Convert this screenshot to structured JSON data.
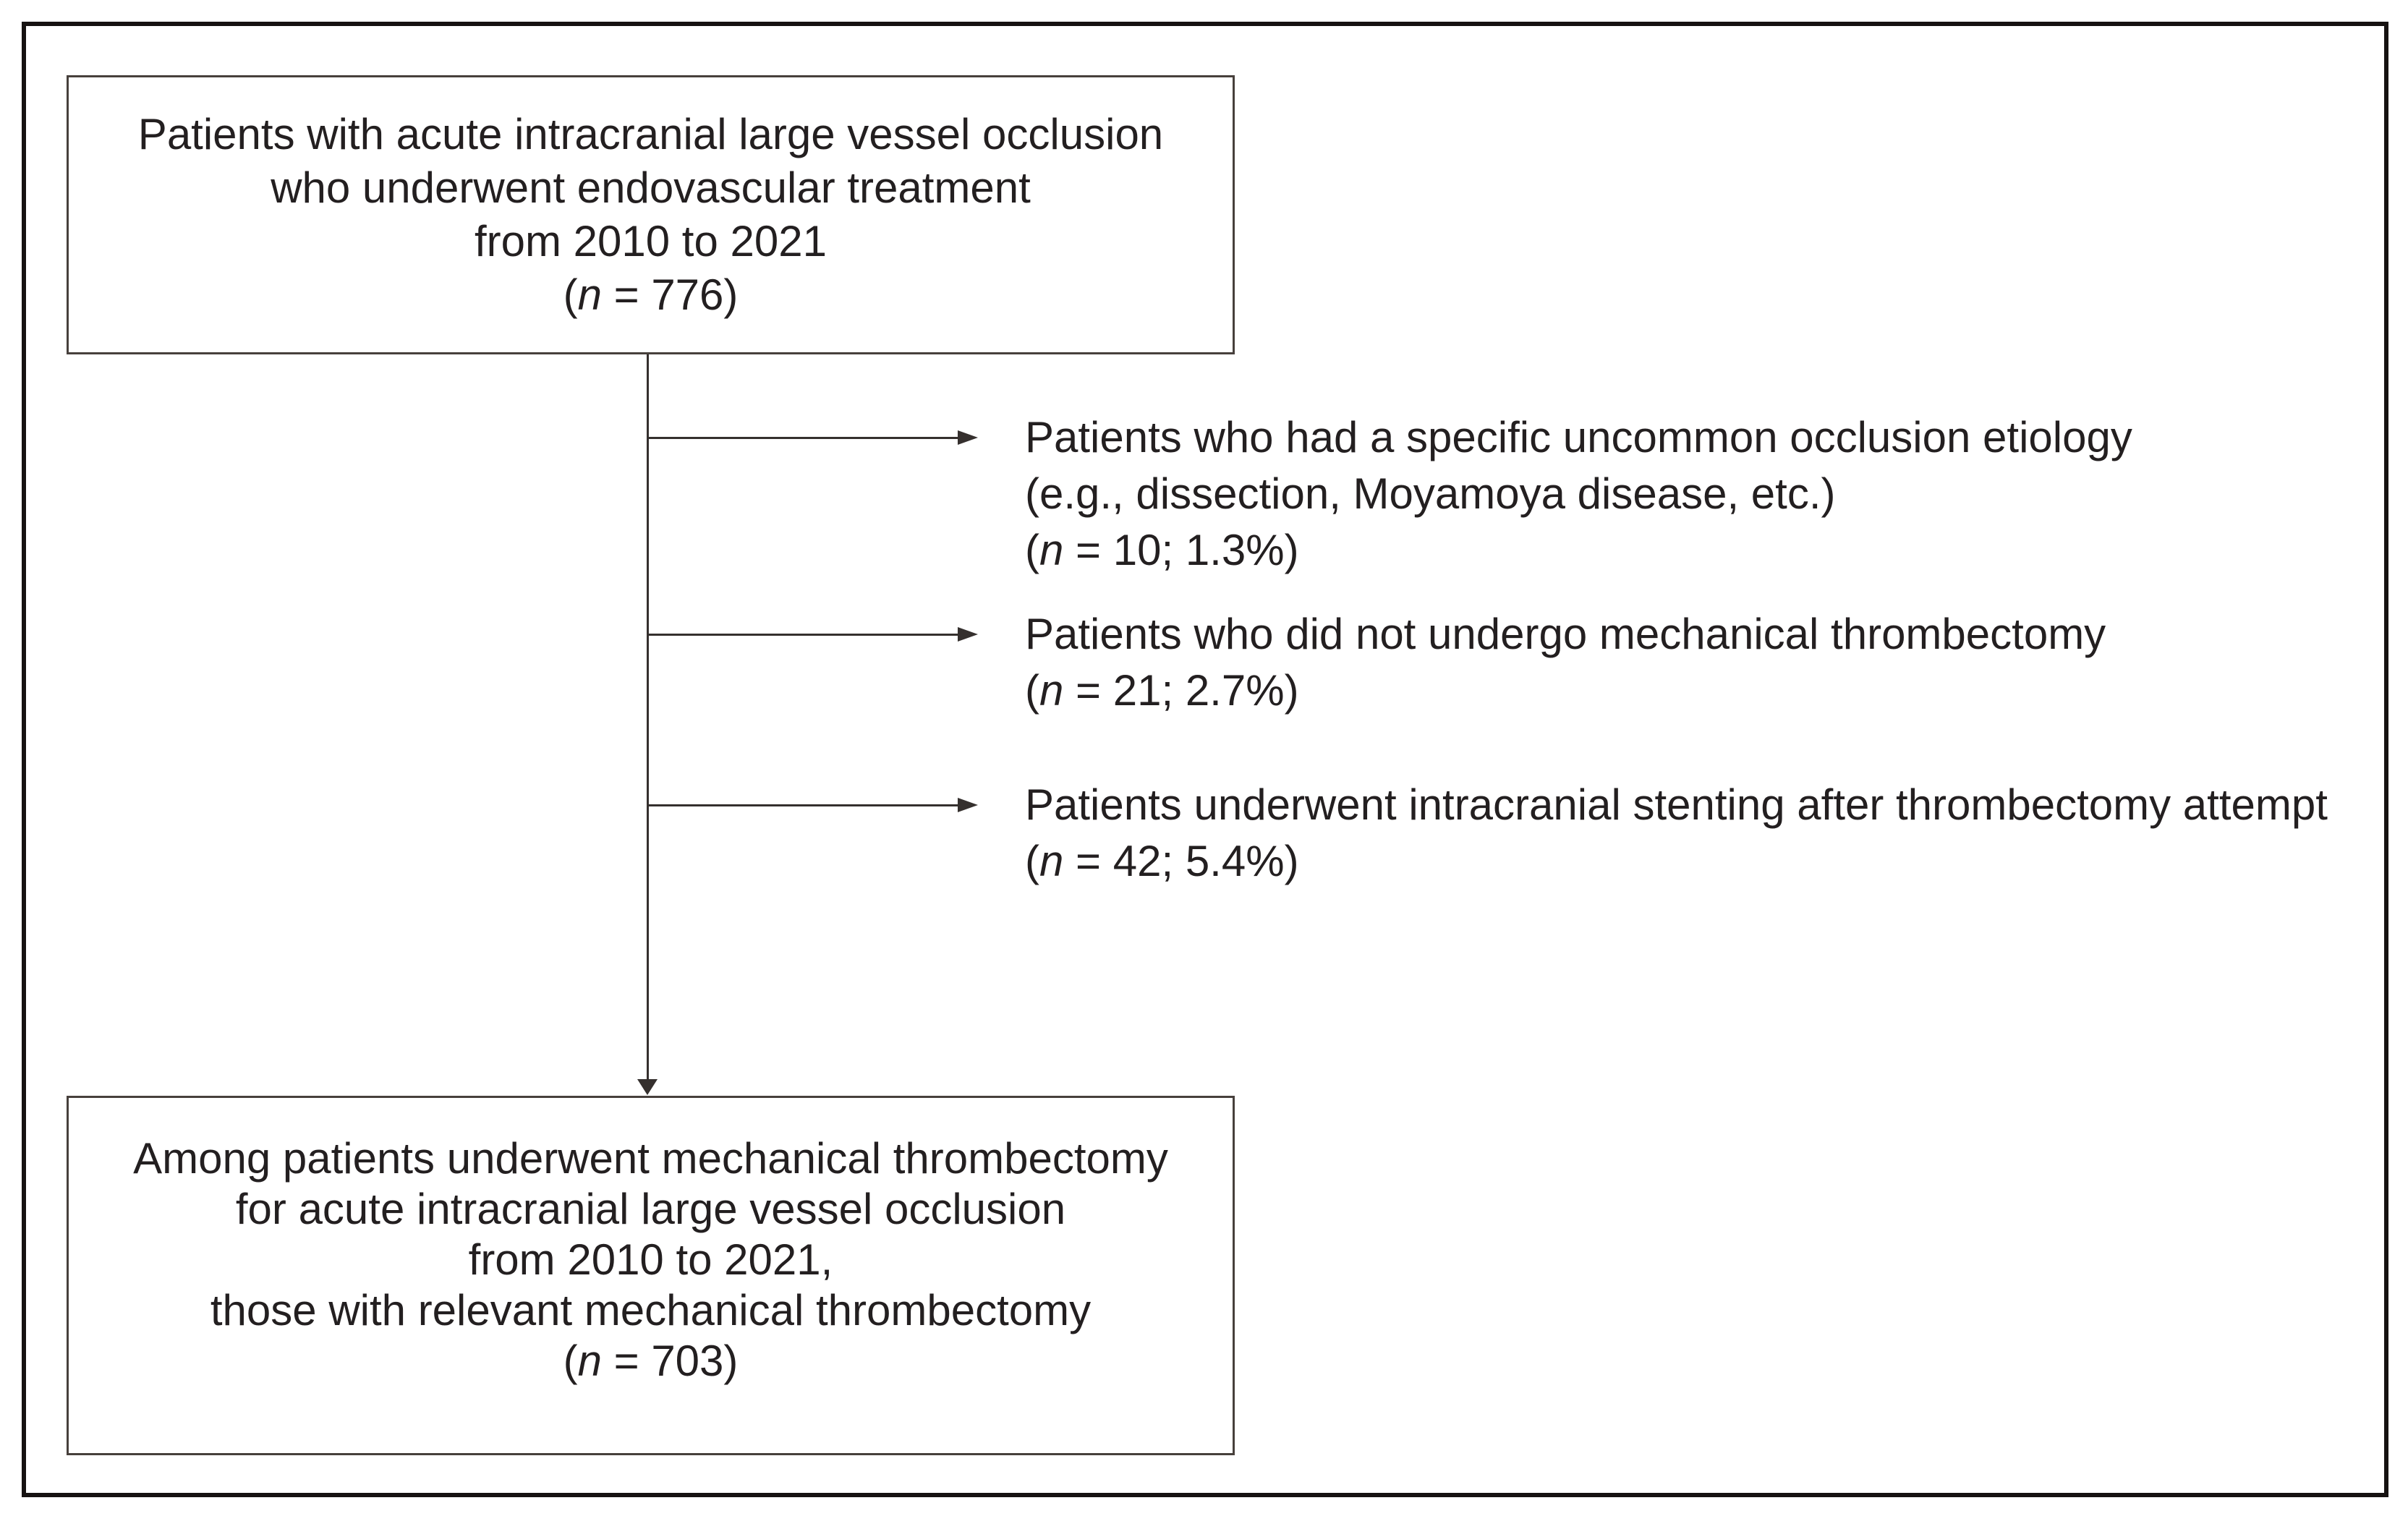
{
  "figure": {
    "kind": "patient-flow-diagram",
    "colors": {
      "ink": "#231f20",
      "line": "#35302e",
      "outer_border": "#161211",
      "box_border": "#47403c",
      "background": "#ffffff"
    },
    "top_box": {
      "lines": [
        "Patients with acute intracranial large vessel occlusion",
        "who underwent endovascular treatment",
        "from 2010 to 2021"
      ],
      "count": {
        "prefix": "(",
        "variable": "n",
        "suffix": " = 776)",
        "value": 776
      }
    },
    "exclusions": [
      {
        "lines": [
          "Patients who had a specific uncommon occlusion etiology",
          "(e.g., dissection, Moyamoya disease, etc.)"
        ],
        "count": {
          "prefix": "(",
          "variable": "n",
          "suffix": " = 10; 1.3%)",
          "value": 10,
          "percent": "1.3%"
        }
      },
      {
        "lines": [
          "Patients who did not undergo mechanical thrombectomy"
        ],
        "count": {
          "prefix": "(",
          "variable": "n",
          "suffix": " = 21; 2.7%)",
          "value": 21,
          "percent": "2.7%"
        }
      },
      {
        "lines": [
          "Patients underwent intracranial stenting after thrombectomy attempt"
        ],
        "count": {
          "prefix": "(",
          "variable": "n",
          "suffix": " = 42; 5.4%)",
          "value": 42,
          "percent": "5.4%"
        }
      }
    ],
    "bottom_box": {
      "lines": [
        "Among patients underwent mechanical thrombectomy",
        "for acute intracranial large vessel occlusion",
        "from 2010 to 2021,",
        "those with relevant mechanical thrombectomy"
      ],
      "count": {
        "prefix": "(",
        "variable": "n",
        "suffix": " = 703)",
        "value": 703
      }
    }
  }
}
